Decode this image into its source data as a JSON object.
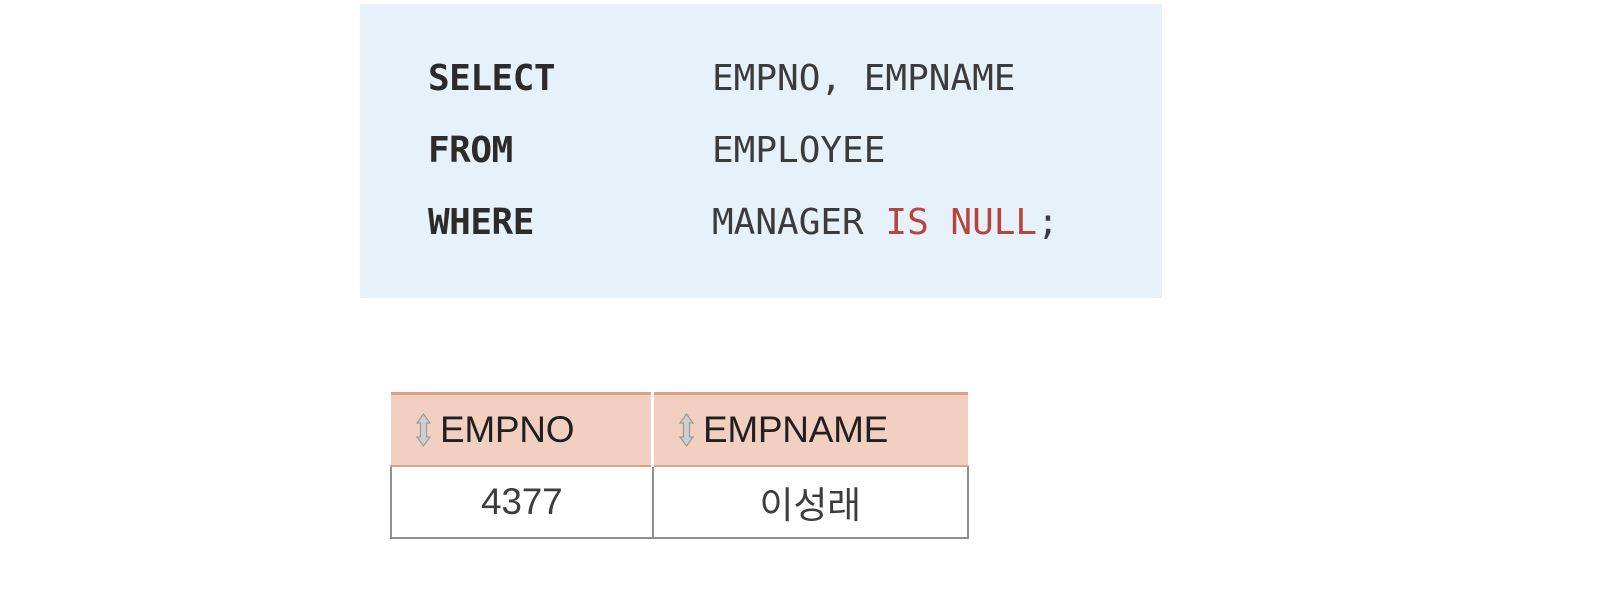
{
  "sql_block": {
    "background_color": "#e6f1fa",
    "keyword_color": "#2b2b2b",
    "operand_color": "#3b3b3b",
    "null_color": "#b8433f",
    "lines": [
      {
        "keyword": "SELECT",
        "operand": "EMPNO, EMPNAME",
        "highlight": "",
        "terminator": ""
      },
      {
        "keyword": "FROM",
        "operand": "EMPLOYEE",
        "highlight": "",
        "terminator": ""
      },
      {
        "keyword": "WHERE",
        "operand": "MANAGER ",
        "highlight": "IS NULL",
        "terminator": ";"
      }
    ]
  },
  "result_grid": {
    "header_background": "#f1d0c1",
    "header_border_color": "#e0a183",
    "body_border_color": "#8e8e8e",
    "sort_icon_name": "sort-updown-icon",
    "columns": [
      {
        "label": "EMPNO",
        "icon": "sort-updown-icon"
      },
      {
        "label": "EMPNAME",
        "icon": "sort-updown-icon"
      }
    ],
    "rows": [
      {
        "empno": "4377",
        "empname": "이성래"
      }
    ]
  }
}
